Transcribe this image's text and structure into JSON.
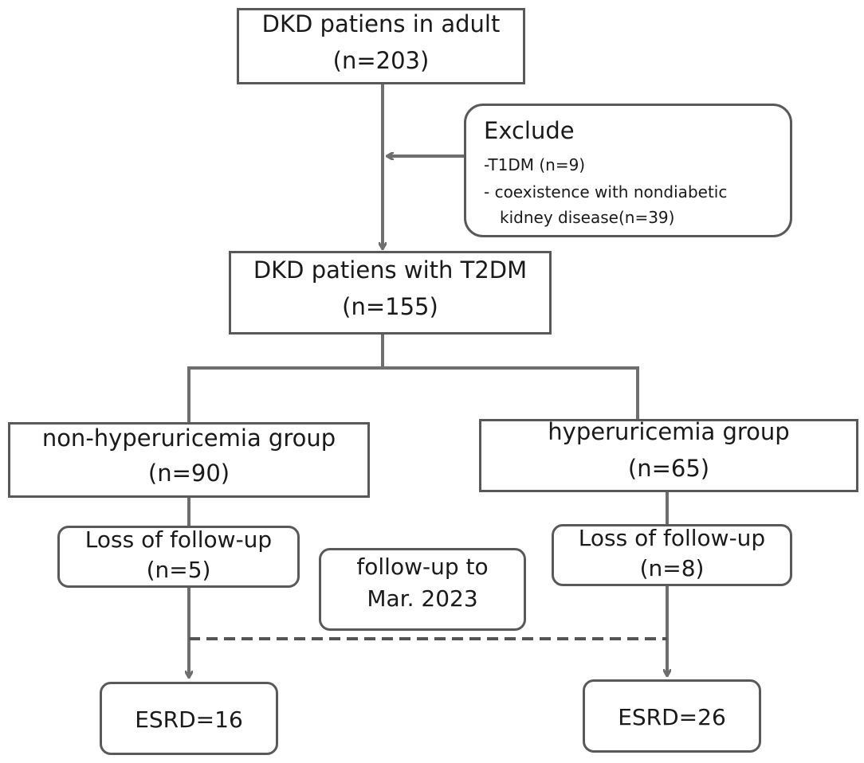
{
  "boxes": {
    "adult": {
      "line1": "DKD patiens in adult",
      "line2": "(n=203)"
    },
    "exclude": {
      "title": "Exclude",
      "items": [
        "-T1DM (n=9)",
        "- coexistence with nondiabetic",
        "kidney disease(n=39)"
      ]
    },
    "t2dm": {
      "line1": "DKD patiens with T2DM",
      "line2": "(n=155)"
    },
    "non_hyper": {
      "line1": "non-hyperuricemia group",
      "line2": "(n=90)"
    },
    "hyper": {
      "line1": "hyperuricemia group",
      "line2": "(n=65)"
    },
    "loss_left": {
      "line1": "Loss of follow-up",
      "line2": "(n=5)"
    },
    "loss_right": {
      "line1": "Loss of follow-up",
      "line2": "(n=8)"
    },
    "followup": {
      "line1": "follow-up to",
      "line2": "Mar. 2023"
    },
    "esrd_left": {
      "label": "ESRD=16"
    },
    "esrd_right": {
      "label": "ESRD=26"
    }
  },
  "colors": {
    "border": "#595959",
    "line": "#6e6e6e",
    "text": "#1a1a1a"
  }
}
